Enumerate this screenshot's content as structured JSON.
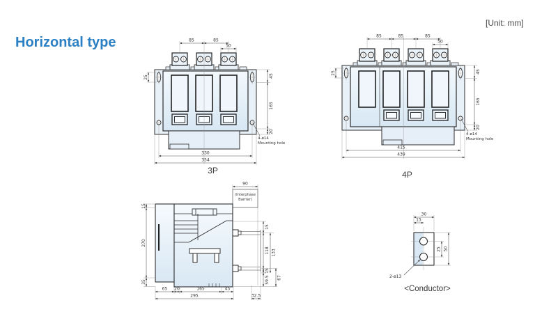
{
  "page": {
    "title": "Horizontal type",
    "unit_note": "[Unit: mm]"
  },
  "drawing_3p": {
    "label": "3P",
    "dims": {
      "pitch1": "85",
      "pitch2": "85",
      "terminal_width": "50",
      "slot": "25",
      "right_top": "45",
      "right_side": "165",
      "right_bottom": "20",
      "inner_width": "330",
      "outer_width": "354",
      "mount_note_1": "4-ø14",
      "mount_note_2": "Mounting hole"
    }
  },
  "drawing_4p": {
    "label": "4P",
    "dims": {
      "pitch1": "85",
      "pitch2": "85",
      "pitch3": "85",
      "terminal_width": "50",
      "slot": "25",
      "right_top": "45",
      "right_side": "165",
      "right_bottom": "20",
      "inner_width": "415",
      "outer_width": "439",
      "mount_note_1": "4-ø14",
      "mount_note_2": "Mounting hole"
    }
  },
  "drawing_side": {
    "dims": {
      "barrier_width": "90",
      "barrier_label_1": "(Interphase",
      "barrier_label_2": "Barrier)",
      "left_top": "15",
      "left_height": "270",
      "left_base": "35",
      "right_15a": "15",
      "right_118": "118",
      "right_15b": "15",
      "right_595": "59.5",
      "right_133": "133",
      "right_67": "67",
      "bottom_65": "65",
      "bottom_20": "20",
      "bottom_165": "165",
      "bottom_45": "45",
      "bottom_295": "295",
      "bottom_325": "32.5"
    }
  },
  "drawing_conductor": {
    "label": "<Conductor>",
    "dims": {
      "width": "30",
      "hole_offset": "15",
      "hole_pitch": "25",
      "height": "50",
      "holes": "2-ø13"
    }
  }
}
